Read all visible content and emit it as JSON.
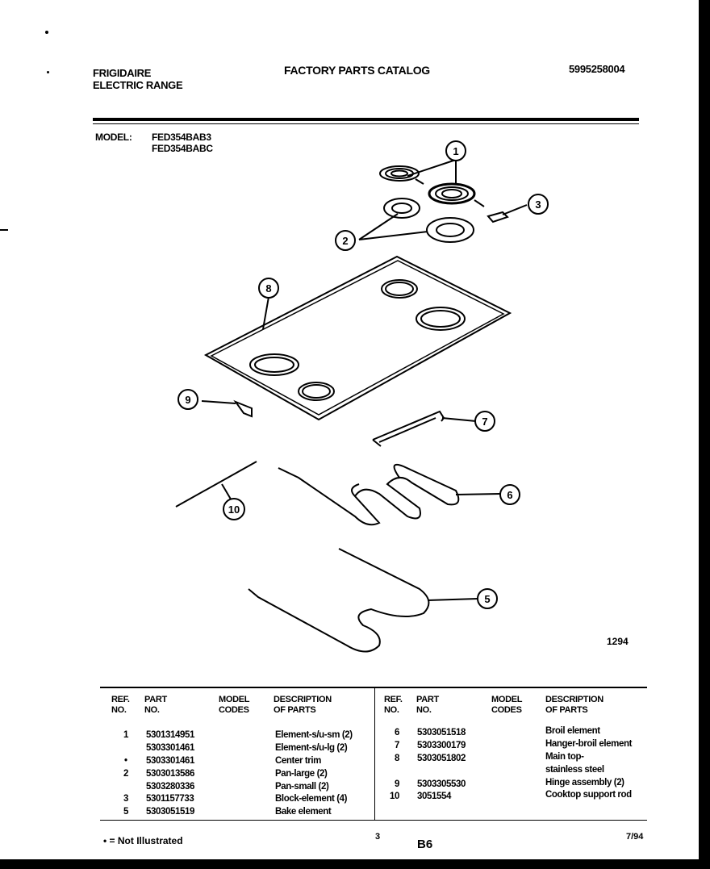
{
  "header": {
    "brand_line1": "FRIGIDAIRE",
    "brand_line2": "ELECTRIC RANGE",
    "catalog_title": "FACTORY PARTS CATALOG",
    "doc_number": "5995258004",
    "model_label": "MODEL:",
    "model_1": "FED354BAB3",
    "model_2": "FED354BABC"
  },
  "diagram": {
    "callouts": [
      "1",
      "2",
      "3",
      "5",
      "6",
      "7",
      "8",
      "9",
      "10"
    ],
    "figure_number": "1294"
  },
  "table": {
    "headers": {
      "ref_no": [
        "REF.",
        "NO."
      ],
      "part_no": [
        "PART",
        "NO."
      ],
      "model_codes": [
        "MODEL",
        "CODES"
      ],
      "description": [
        "DESCRIPTION",
        "OF PARTS"
      ]
    },
    "left_rows": [
      {
        "ref": "1",
        "part": "5301314951",
        "codes": "",
        "desc": "Element-s/u-sm (2)"
      },
      {
        "ref": "",
        "part": "5303301461",
        "codes": "",
        "desc": "Element-s/u-lg (2)"
      },
      {
        "ref": "•",
        "part": "5303301461",
        "codes": "",
        "desc": "Center trim"
      },
      {
        "ref": "2",
        "part": "5303013586",
        "codes": "",
        "desc": "Pan-large (2)"
      },
      {
        "ref": "",
        "part": "5303280336",
        "codes": "",
        "desc": "Pan-small (2)"
      },
      {
        "ref": "3",
        "part": "5301157733",
        "codes": "",
        "desc": "Block-element (4)"
      },
      {
        "ref": "5",
        "part": "5303051519",
        "codes": "",
        "desc": "Bake element"
      }
    ],
    "right_rows": [
      {
        "ref": "6",
        "part": "5303051518",
        "codes": "",
        "desc": "Broil element"
      },
      {
        "ref": "7",
        "part": "5303300179",
        "codes": "",
        "desc": "Hanger-broil element"
      },
      {
        "ref": "8",
        "part": "5303051802",
        "codes": "",
        "desc": "Main top-"
      },
      {
        "ref": "",
        "part": "",
        "codes": "",
        "desc": "stainless steel"
      },
      {
        "ref": "9",
        "part": "5303305530",
        "codes": "",
        "desc": "Hinge assembly (2)"
      },
      {
        "ref": "10",
        "part": "3051554",
        "codes": "",
        "desc": "Cooktop support rod"
      }
    ]
  },
  "footer": {
    "not_illustrated": "• = Not Illustrated",
    "page": "3",
    "section": "B6",
    "date": "7/94"
  }
}
